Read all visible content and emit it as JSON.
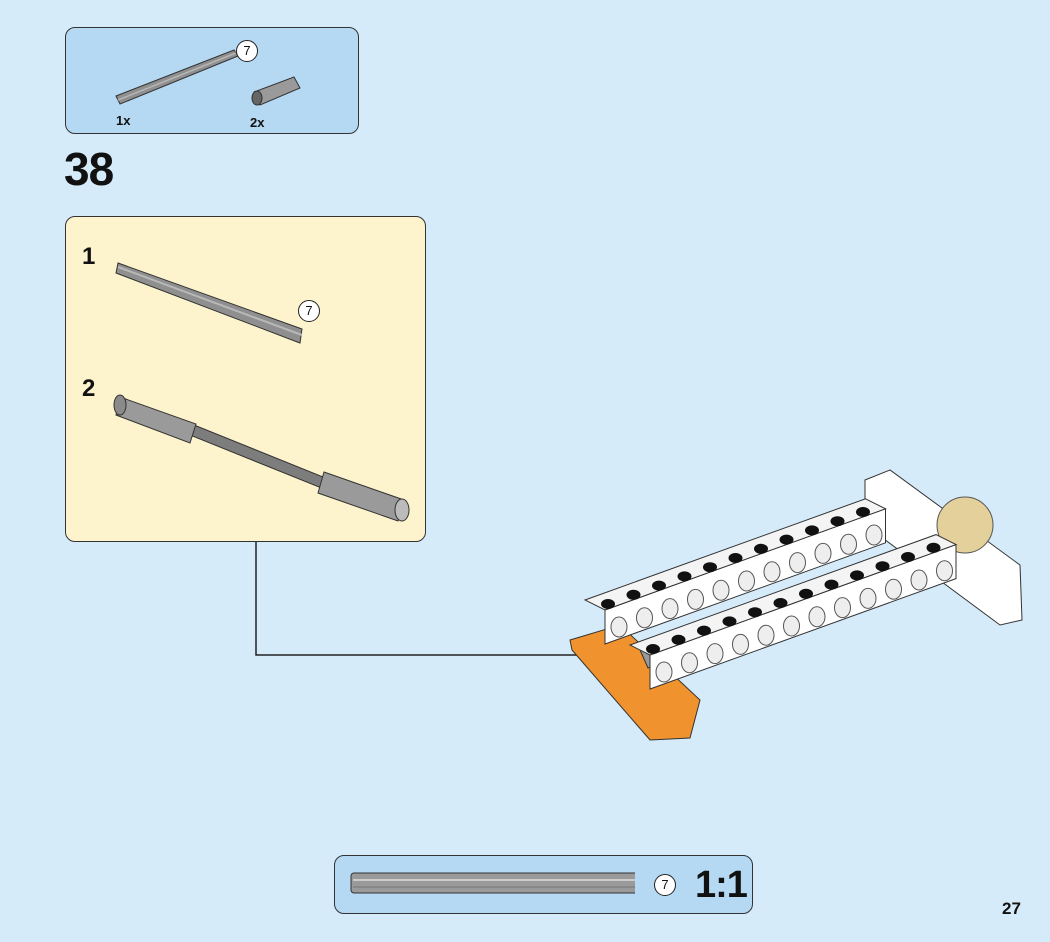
{
  "parts_list": {
    "items": [
      {
        "part": "axle",
        "axle_length": "7",
        "quantity": "1x"
      },
      {
        "part": "axle-connector",
        "quantity": "2x"
      }
    ]
  },
  "step": {
    "number": "38"
  },
  "sub_steps": [
    {
      "number": "1",
      "axle_length": "7"
    },
    {
      "number": "2"
    }
  ],
  "scale_check": {
    "axle_length": "7",
    "label": "1:1"
  },
  "page": {
    "number": "27"
  },
  "colors": {
    "background": "#d5ebfa",
    "parts_box": "#b5d9f3",
    "sub_box": "#fdf3cc",
    "axle_gray": "#8c8c8c",
    "beam_white": "#ffffff",
    "plate_orange": "#f0922e",
    "gear_tan": "#e3d09a"
  }
}
